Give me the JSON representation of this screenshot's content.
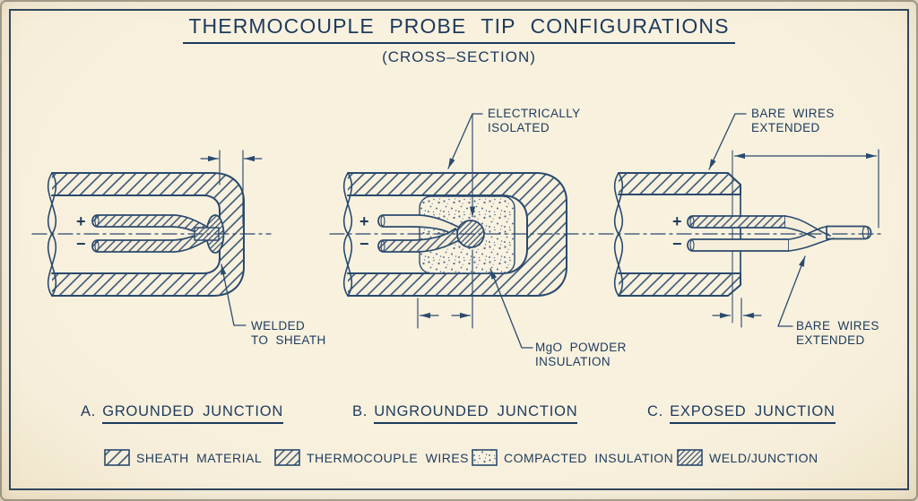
{
  "title": {
    "main": "THERMOCOUPLE PROBE TIP CONFIGURATIONS",
    "sub": "(CROSS–SECTION)"
  },
  "colors": {
    "paper": "#f6eeda",
    "ink": "#2a4a6e",
    "text": "#1d3a5c"
  },
  "diagram_a": {
    "caption_letter": "A.",
    "caption_title": "GROUNDED JUNCTION",
    "plus": "+",
    "minus": "−",
    "label_welded_1": "WELDED",
    "label_welded_2": "TO SHEATH"
  },
  "diagram_b": {
    "caption_letter": "B.",
    "caption_title": "UNGROUNDED JUNCTION",
    "plus": "+",
    "minus": "−",
    "label_isolated_1": "ELECTRICALLY",
    "label_isolated_2": "ISOLATED",
    "label_mgo_1": "MgO POWDER",
    "label_mgo_2": "INSULATION"
  },
  "diagram_c": {
    "caption_letter": "C.",
    "caption_title": "EXPOSED JUNCTION",
    "plus": "+",
    "minus": "−",
    "label_bare_top_1": "BARE WIRES",
    "label_bare_top_2": "EXTENDED",
    "label_bare_bottom_1": "BARE WIRES",
    "label_bare_bottom_2": "EXTENDED"
  },
  "legend": {
    "items": [
      {
        "label": "SHEATH MATERIAL",
        "swatch": "hatch"
      },
      {
        "label": "THERMOCOUPLE WIRES",
        "swatch": "hatch"
      },
      {
        "label": "COMPACTED INSULATION",
        "swatch": "stipple"
      },
      {
        "label": "WELD/JUNCTION",
        "swatch": "dense-hatch"
      }
    ]
  }
}
